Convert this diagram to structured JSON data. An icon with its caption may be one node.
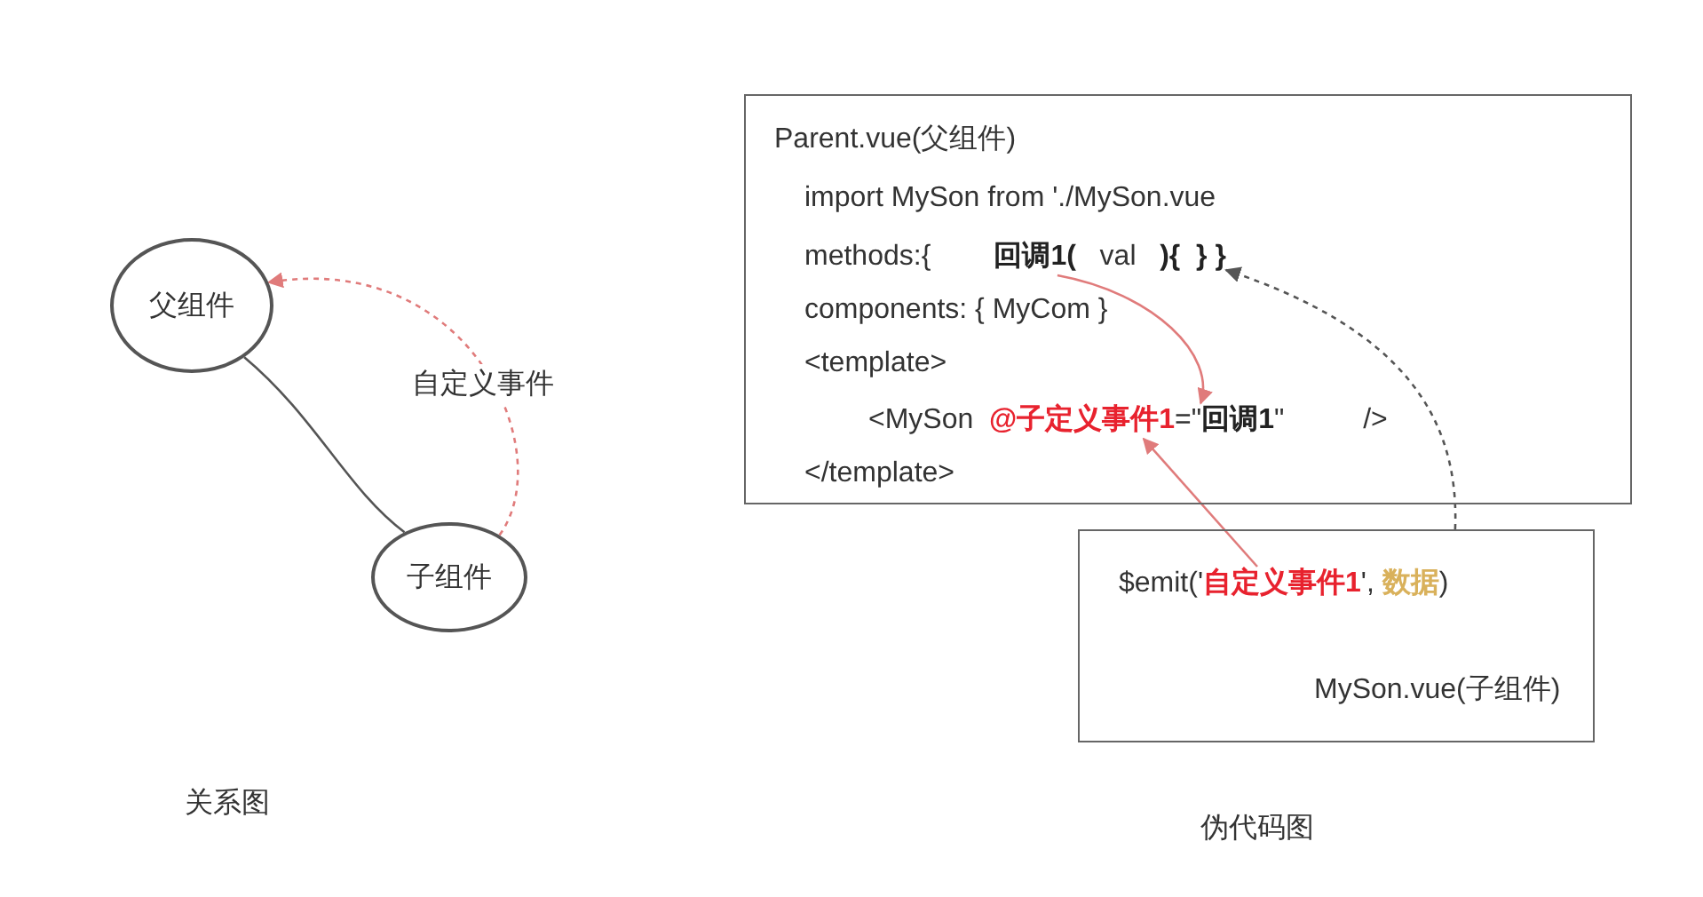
{
  "diagram": {
    "nodes": [
      {
        "text": [
          "父组件"
        ]
      },
      {
        "text": [
          "子组件"
        ]
      },
      {
        "text": [
          "Parent.vue(父组件)"
        ]
      },
      {
        "text": [
          "import MySon from './MySon.vue"
        ],
        "in": 2
      },
      {
        "text": [
          "methods:{        **回调1(**   val   **){  } }**"
        ],
        "in": 2
      },
      {
        "text": [
          "components: { MyCom }"
        ],
        "in": 2
      },
      {
        "text": [
          "<template>"
        ],
        "in": 2
      },
      {
        "text": [
          "<MySon  **@子定义事件1**=\"**回调1**\"          />"
        ],
        "in": 2
      },
      {
        "text": [
          "</template>"
        ],
        "in": 2
      },
      {
        "text": [
          "MySon.vue(子组件)"
        ]
      },
      {
        "text": [
          "$emit('**自定义事件1**', **数据**)"
        ],
        "in": 9
      }
    ],
    "edges": [
      {
        "from": 0,
        "to": 1,
        "arrow": "none",
        "color": "#555555"
      },
      {
        "from": 1,
        "to": 0,
        "arrow": "to",
        "style": "dashed",
        "color": "#e07b7b",
        "label": "自定义事件"
      },
      {
        "from": 4,
        "to": 7,
        "arrow": "to",
        "color": "#e07b7b"
      },
      {
        "from": 10,
        "to": 7,
        "arrow": "to",
        "color": "#e07b7b"
      },
      {
        "from": 9,
        "to": 4,
        "arrow": "to",
        "style": "dashed",
        "color": "#555555"
      }
    ],
    "labels": [
      "关系图",
      "伪代码图"
    ]
  }
}
